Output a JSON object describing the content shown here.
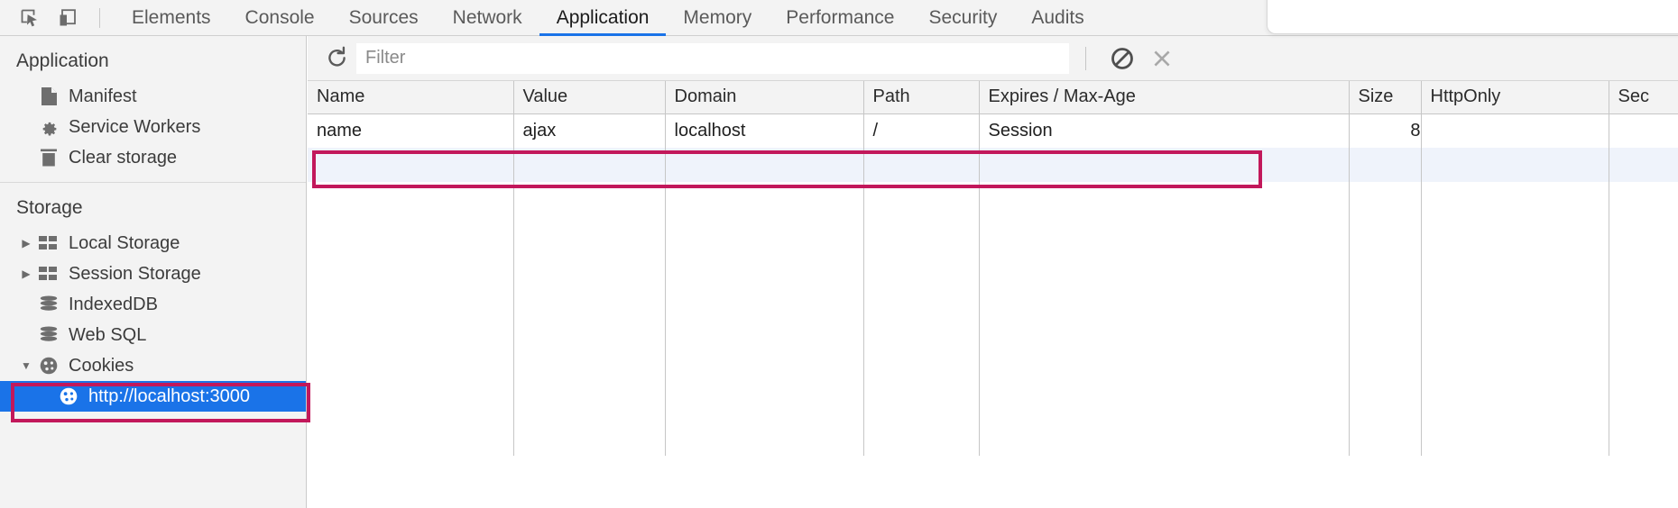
{
  "devtools": {
    "toolbar_icons": [
      {
        "name": "inspect-element-icon",
        "label": "Inspect element"
      },
      {
        "name": "device-toolbar-icon",
        "label": "Toggle device toolbar"
      }
    ],
    "tabs": [
      {
        "label": "Elements",
        "active": false
      },
      {
        "label": "Console",
        "active": false
      },
      {
        "label": "Sources",
        "active": false
      },
      {
        "label": "Network",
        "active": false
      },
      {
        "label": "Application",
        "active": true
      },
      {
        "label": "Memory",
        "active": false
      },
      {
        "label": "Performance",
        "active": false
      },
      {
        "label": "Security",
        "active": false
      },
      {
        "label": "Audits",
        "active": false
      }
    ],
    "active_tab": "Application",
    "accent_color": "#1a73e8",
    "annotation_color": "#c2185b"
  },
  "sidebar": {
    "sections": [
      {
        "title": "Application",
        "items": [
          {
            "label": "Manifest",
            "icon": "document-icon",
            "twisty": "",
            "selected": false
          },
          {
            "label": "Service Workers",
            "icon": "gear-icon",
            "twisty": "",
            "selected": false
          },
          {
            "label": "Clear storage",
            "icon": "trash-icon",
            "twisty": "",
            "selected": false
          }
        ]
      },
      {
        "title": "Storage",
        "items": [
          {
            "label": "Local Storage",
            "icon": "table-icon",
            "twisty": "collapsed",
            "selected": false
          },
          {
            "label": "Session Storage",
            "icon": "table-icon",
            "twisty": "collapsed",
            "selected": false
          },
          {
            "label": "IndexedDB",
            "icon": "database-icon",
            "twisty": "",
            "selected": false
          },
          {
            "label": "Web SQL",
            "icon": "database-icon",
            "twisty": "",
            "selected": false
          },
          {
            "label": "Cookies",
            "icon": "cookie-icon",
            "twisty": "expanded",
            "selected": false
          },
          {
            "label": "http://localhost:3000",
            "icon": "cookie-icon",
            "twisty": "",
            "selected": true,
            "child": true
          }
        ]
      }
    ]
  },
  "toolbar": {
    "refresh_label": "Refresh",
    "filter_placeholder": "Filter",
    "filter_value": "",
    "clear_filter_label": "Clear filter",
    "clear_all_label": "Clear all cookies",
    "delete_label": "Delete selected cookie"
  },
  "table": {
    "columns": [
      "Name",
      "Value",
      "Domain",
      "Path",
      "Expires / Max-Age",
      "Size",
      "HttpOnly",
      "Sec"
    ],
    "rows": [
      {
        "Name": "name",
        "Value": "ajax",
        "Domain": "localhost",
        "Path": "/",
        "Expires / Max-Age": "Session",
        "Size": "8",
        "HttpOnly": "",
        "Sec": ""
      }
    ],
    "blank_row_count": 9
  }
}
